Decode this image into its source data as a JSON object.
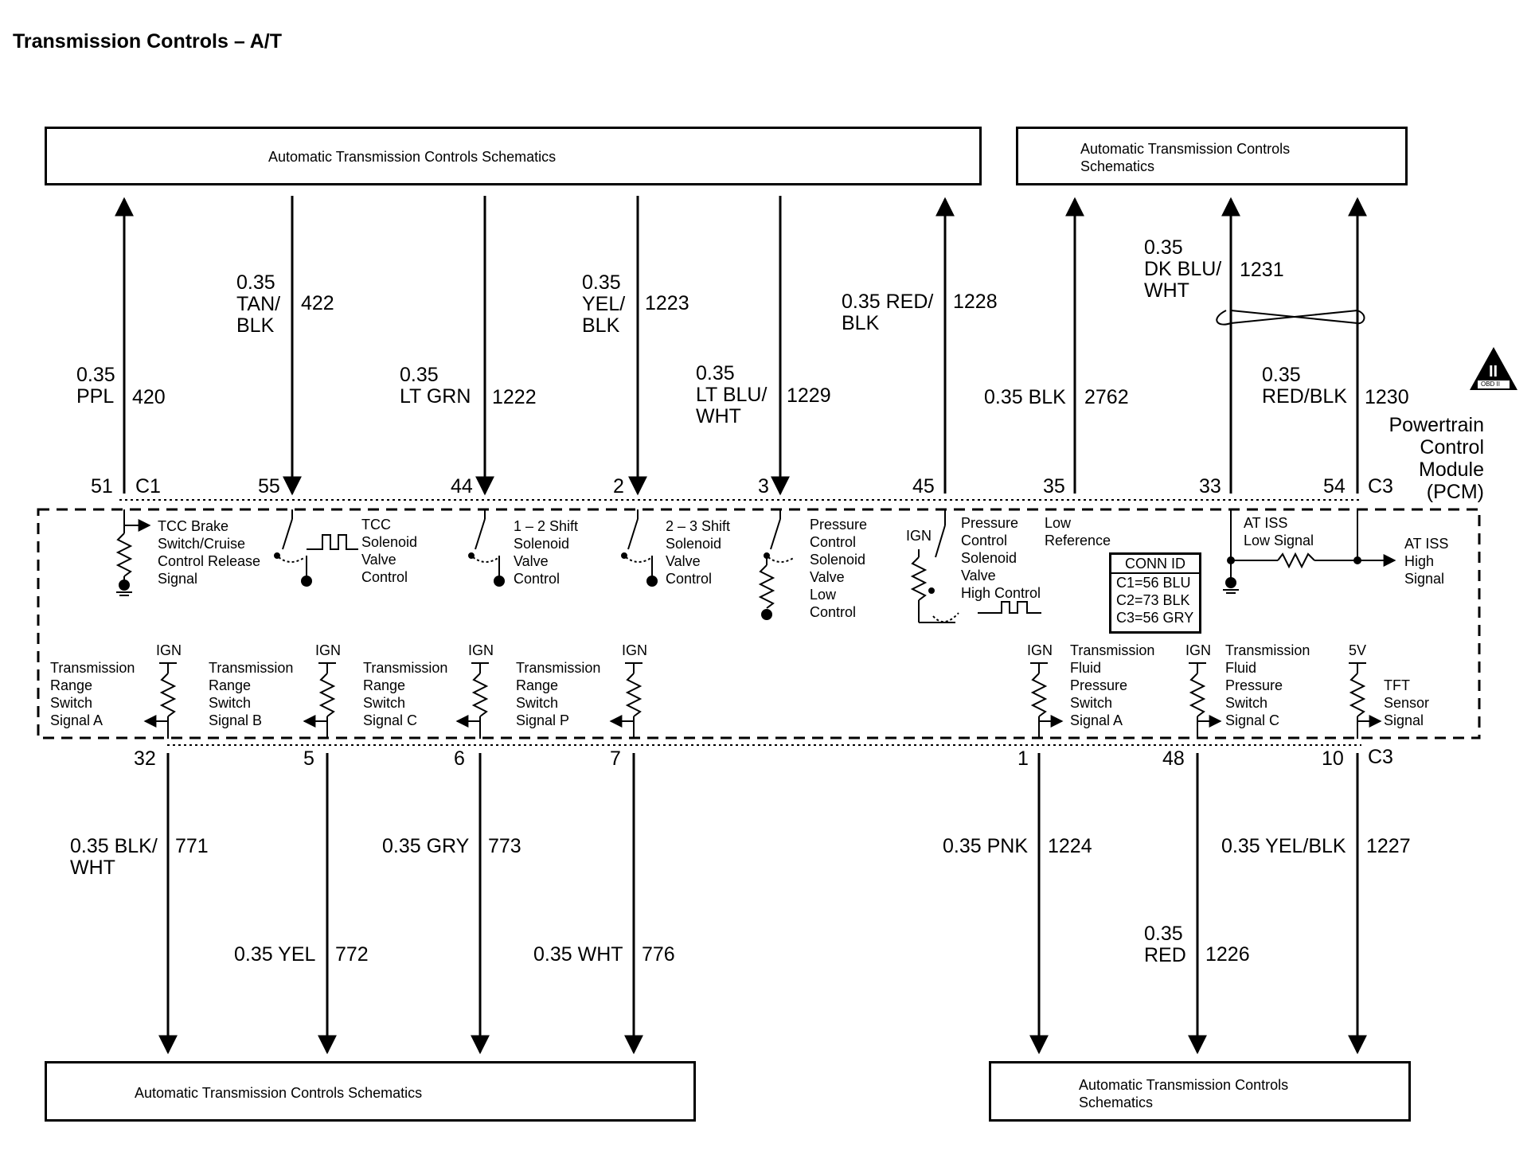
{
  "title": "Transmission Controls – A/T",
  "boxes": {
    "top_left": "Automatic Transmission Controls Schematics",
    "top_right": "Automatic Transmission Controls\nSchematics",
    "bottom_left": "Automatic Transmission Controls Schematics",
    "bottom_right": "Automatic Transmission Controls\nSchematics"
  },
  "module": "Powertrain\nControl\nModule\n(PCM)",
  "obd_badge": {
    "numeral": "II",
    "text": "OBD II"
  },
  "connectors": {
    "c1": "C1",
    "c3_top": "C3",
    "c3_bottom": "C3"
  },
  "conn_id": {
    "header": "CONN ID",
    "rows": [
      "C1=56 BLU",
      "C2=73 BLK",
      "C3=56 GRY"
    ]
  },
  "top_circuits": [
    {
      "pin": "51",
      "wire": "0.35\nPPL",
      "circuit": "420",
      "function": "TCC Brake\nSwitch/Cruise\nControl Release\nSignal"
    },
    {
      "pin": "55",
      "wire": "0.35\nTAN/\nBLK",
      "circuit": "422",
      "function": "TCC\nSolenoid\nValve\nControl"
    },
    {
      "pin": "44",
      "wire": "0.35\nLT GRN",
      "circuit": "1222",
      "function": "1 – 2 Shift\nSolenoid\nValve\nControl"
    },
    {
      "pin": "2",
      "wire": "0.35\nYEL/\nBLK",
      "circuit": "1223",
      "function": "2 – 3 Shift\nSolenoid\nValve\nControl"
    },
    {
      "pin": "3",
      "wire": "0.35\nLT BLU/\nWHT",
      "circuit": "1229",
      "function": "Pressure\nControl\nSolenoid\nValve\nLow\nControl"
    },
    {
      "pin": "45",
      "wire": "0.35 RED/\nBLK",
      "circuit": "1228",
      "function": "Pressure\nControl\nSolenoid\nValve\nHigh Control"
    },
    {
      "pin": "35",
      "wire": "0.35 BLK",
      "circuit": "2762",
      "function": "Low\nReference"
    },
    {
      "pin": "33",
      "wire": "0.35\nDK BLU/\nWHT",
      "circuit": "1231",
      "function": "AT ISS\nLow Signal"
    },
    {
      "pin": "54",
      "wire": "0.35\nRED/BLK",
      "circuit": "1230",
      "function": "AT ISS\nHigh\nSignal"
    }
  ],
  "bottom_circuits": [
    {
      "pin": "32",
      "wire": "0.35 BLK/\nWHT",
      "circuit": "771",
      "supply": "IGN",
      "function": "Transmission\nRange\nSwitch\nSignal A"
    },
    {
      "pin": "5",
      "wire": "0.35 YEL",
      "circuit": "772",
      "supply": "IGN",
      "function": "Transmission\nRange\nSwitch\nSignal B"
    },
    {
      "pin": "6",
      "wire": "0.35 GRY",
      "circuit": "773",
      "supply": "IGN",
      "function": "Transmission\nRange\nSwitch\nSignal C"
    },
    {
      "pin": "7",
      "wire": "0.35 WHT",
      "circuit": "776",
      "supply": "IGN",
      "function": "Transmission\nRange\nSwitch\nSignal P"
    },
    {
      "pin": "1",
      "wire": "0.35 PNK",
      "circuit": "1224",
      "supply": "IGN",
      "function": "Transmission\nFluid\nPressure\nSwitch\nSignal A"
    },
    {
      "pin": "48",
      "wire": "0.35\nRED",
      "circuit": "1226",
      "supply": "IGN",
      "function": "Transmission\nFluid\nPressure\nSwitch\nSignal C"
    },
    {
      "pin": "10",
      "wire": "0.35 YEL/BLK",
      "circuit": "1227",
      "supply": "5V",
      "function": "TFT\nSensor\nSignal"
    }
  ],
  "pcm_ign": "IGN"
}
